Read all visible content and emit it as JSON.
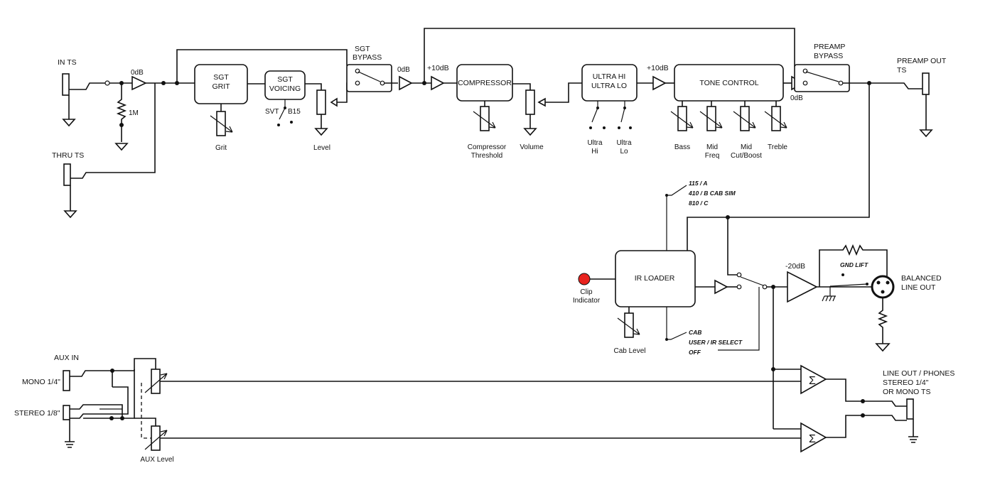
{
  "inputs": {
    "in_ts": "IN TS",
    "thru_ts": "THRU TS",
    "resistor_1m": "1M",
    "gain_0db_in": "0dB",
    "aux_in": "AUX IN",
    "mono_quarter": "MONO 1/4\"",
    "stereo_eighth": "STEREO 1/8\"",
    "aux_level": "AUX Level"
  },
  "sgt": {
    "grit_line1": "SGT",
    "grit_line2": "GRIT",
    "grit_knob": "Grit",
    "voicing_line1": "SGT",
    "voicing_line2": "VOICING",
    "svt": "SVT",
    "b15": "B15",
    "level": "Level",
    "bypass_line1": "SGT",
    "bypass_line2": "BYPASS",
    "gain_0db": "0dB"
  },
  "compressor": {
    "gain_10db": "+10dB",
    "label": "COMPRESSOR",
    "threshold_line1": "Compressor",
    "threshold_line2": "Threshold",
    "volume": "Volume"
  },
  "ultra": {
    "line1": "ULTRA HI",
    "line2": "ULTRA LO",
    "hi_line1": "Ultra",
    "hi_line2": "Hi",
    "lo_line1": "Ultra",
    "lo_line2": "Lo",
    "gain_10db": "+10dB"
  },
  "tone": {
    "label": "TONE CONTROL",
    "gain_0db": "0dB",
    "bass": "Bass",
    "mid_freq_line1": "Mid",
    "mid_freq_line2": "Freq",
    "mid_cut_line1": "Mid",
    "mid_cut_line2": "Cut/Boost",
    "treble": "Treble"
  },
  "preamp": {
    "bypass_line1": "PREAMP",
    "bypass_line2": "BYPASS",
    "out_line1": "PREAMP OUT",
    "out_line2": "TS"
  },
  "ir": {
    "label": "IR LOADER",
    "cab_sims": [
      "115 / A",
      "410 / B CAB SIM",
      "810 / C"
    ],
    "clip_line1": "Clip",
    "clip_line2": "Indicator",
    "cab_level": "Cab Level",
    "modes": [
      "CAB",
      "USER / IR SELECT",
      "OFF"
    ],
    "clip_color": "#e8231e"
  },
  "balanced": {
    "gain_minus20": "-20dB",
    "gnd_lift": "GND LIFT",
    "out_line1": "BALANCED",
    "out_line2": "LINE OUT"
  },
  "line_out": {
    "line1": "LINE OUT / PHONES",
    "line2": "STEREO 1/4\"",
    "line3": "OR MONO TS",
    "sum_symbol": "Σ"
  }
}
